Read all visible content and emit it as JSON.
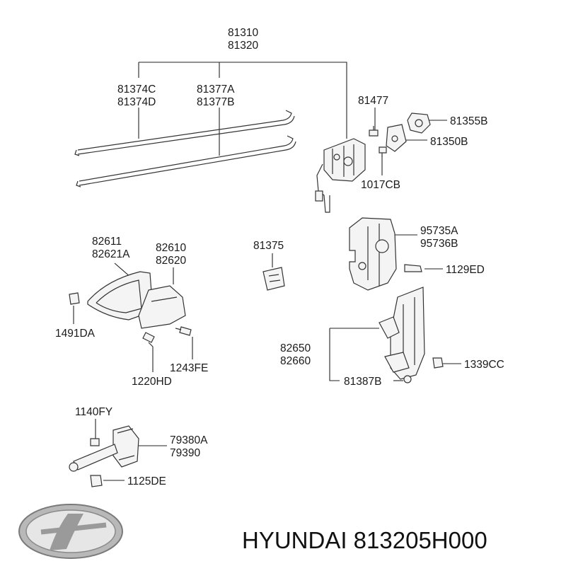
{
  "labels": {
    "p81310": "81310",
    "p81320": "81320",
    "p81374C": "81374C",
    "p81374D": "81374D",
    "p81377A": "81377A",
    "p81377B": "81377B",
    "p81477": "81477",
    "p81355B": "81355B",
    "p81350B": "81350B",
    "p1017CB": "1017CB",
    "p82611": "82611",
    "p82621A": "82621A",
    "p82610": "82610",
    "p82620": "82620",
    "p81375": "81375",
    "p95735A": "95735A",
    "p95736B": "95736B",
    "p1129ED": "1129ED",
    "p1491DA": "1491DA",
    "p1243FE": "1243FE",
    "p1220HD": "1220HD",
    "p82650": "82650",
    "p82660": "82660",
    "p1339CC": "1339CC",
    "p81387B": "81387B",
    "p1140FY": "1140FY",
    "p79380A": "79380A",
    "p79390": "79390",
    "p1125DE": "1125DE"
  },
  "footer": {
    "brand_part": "HYUNDAI 813205H000"
  }
}
